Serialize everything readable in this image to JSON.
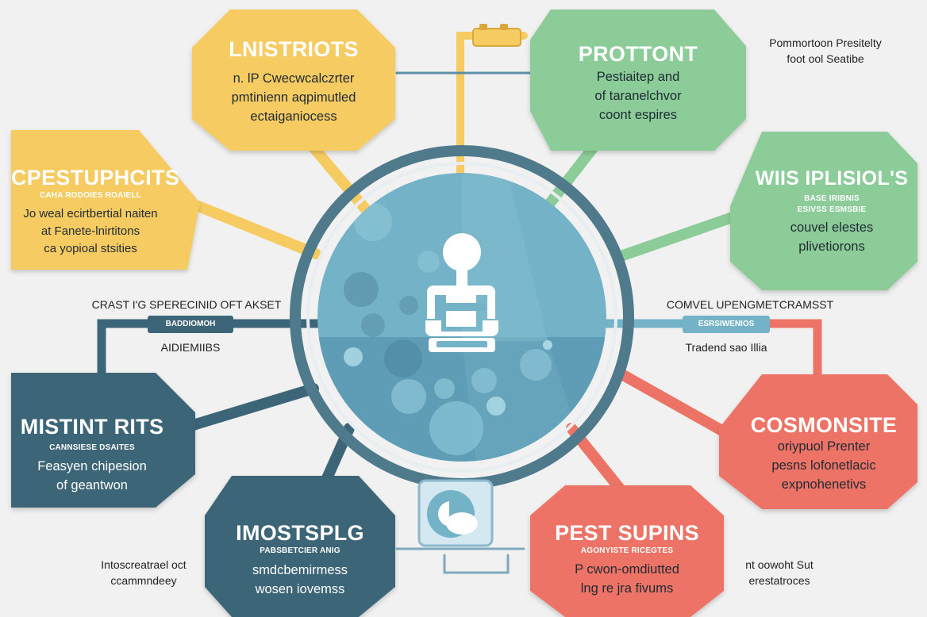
{
  "palette": {
    "background": "#f1f1f1",
    "yellow": "#f6cb62",
    "green": "#8ccc98",
    "teal_dark": "#3c6578",
    "coral": "#ec7366",
    "center_blue": "#74b2c8",
    "ring": "#4f7a8c"
  },
  "icons": {
    "center": "person-icon",
    "bottom_panel": "chat-bubble-icon"
  },
  "nodes": {
    "top_left": {
      "title": "LNISTRIOTS",
      "lines": [
        "n. lP Cwecwcalczrter",
        "pmtinienn aqpimutled",
        "ectaiganiocess"
      ]
    },
    "left_upper": {
      "title": "CPESTUPHCITS",
      "subtitle": "CAHA RODOIES ROAIELL",
      "lines": [
        "Jo weal ecirtbertial naiten",
        "at Fanete-lnirtitons",
        "ca yopioal stsities"
      ]
    },
    "top_right": {
      "title": "PROTTONT",
      "lines": [
        "Pestiaitep and",
        "of taranelchvor",
        "coont espires"
      ]
    },
    "right_upper": {
      "title": "WIIS IPLISIOL'S",
      "subtitle_lines": [
        "BASE IRIBNIS",
        "ESIVSS ESMSBIE"
      ],
      "lines": [
        "couvel elestes",
        "plivetiorons"
      ]
    },
    "left_lower": {
      "title": "MISTINT RITS",
      "subtitle": "CANNSIESE DSAITES",
      "lines": [
        "Feasyen chipesion",
        "of geantwon"
      ]
    },
    "bottom_left": {
      "title": "IMOSTSPLG",
      "subtitle": "PABSBETCIER ANIG",
      "lines": [
        "smdcbemirmess",
        "wosen iovemss"
      ]
    },
    "right_lower": {
      "title": "COSMONSITE",
      "lines": [
        "oriypuol Prenter",
        "pesns lofonetlacic",
        "expnohenetivs"
      ]
    },
    "bottom_right": {
      "title": "PEST SUPINS",
      "subtitle": "AGONYISTE RICEGTES",
      "lines": [
        "P cwon-omdiutted",
        "lng re jra fivums"
      ]
    }
  },
  "external_labels": {
    "top_right_note": [
      "Pommortoon Presitelty",
      "foot ool Seatibe"
    ],
    "left_mid": {
      "title": "CRAST I'G SPERECINID OFT AKSET",
      "badge": "BADDIOMOH",
      "note": "AIDIEMIIBS"
    },
    "right_mid": {
      "title": "COMVEL UPENGMETCRAMSST",
      "badge": "ESRSIWENIOS",
      "note": "Tradend sao Illia"
    },
    "bottom_left_note": [
      "Intoscreatrael oct",
      "ccammndeey"
    ],
    "bottom_right_note": [
      "nt oowoht Sut",
      "erestatroces"
    ]
  }
}
